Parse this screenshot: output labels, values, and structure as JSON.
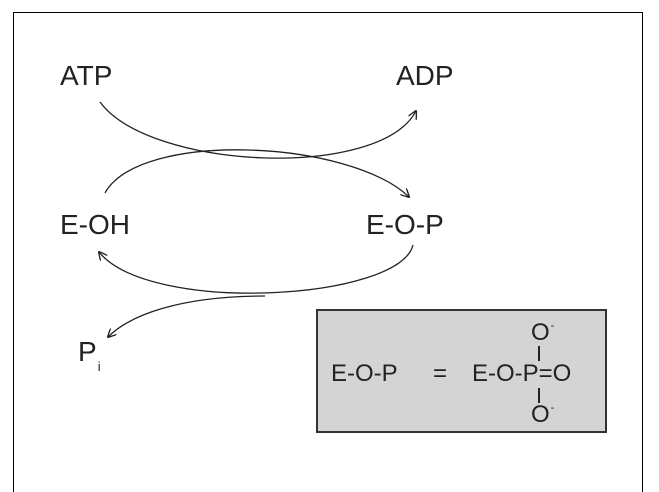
{
  "labels": {
    "atp": "ATP",
    "adp": "ADP",
    "eoh": "E-OH",
    "eop": "E-O-P",
    "pi_main": "P",
    "pi_sub": "i"
  },
  "box": {
    "left_formula": "E-O-P",
    "equals": "=",
    "right_formula": "E-O-P=O",
    "top_atom": "O",
    "bottom_atom": "O",
    "charge": "-"
  },
  "colors": {
    "box_fill": "#d4d4d4",
    "ink": "#222222"
  }
}
